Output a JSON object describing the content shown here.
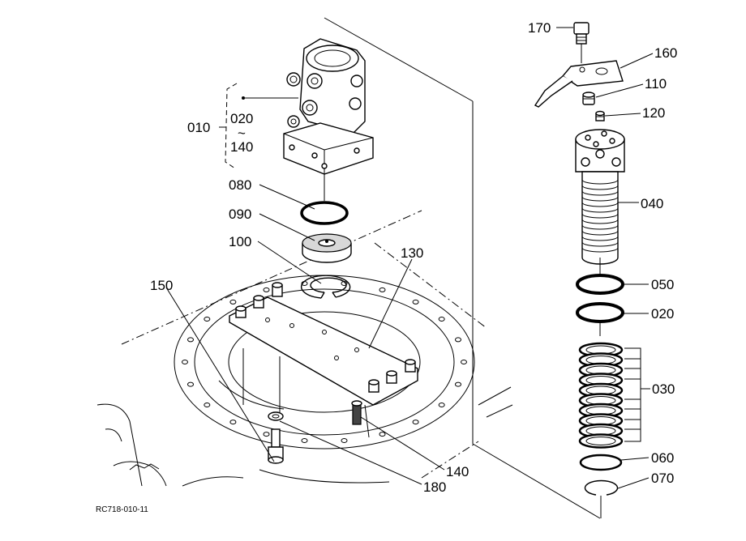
{
  "diagram": {
    "figure_code": "RC718-010-11",
    "callouts": {
      "p010": "010",
      "p020_top": "020",
      "range_sep": "~",
      "p140_top": "140",
      "p080": "080",
      "p090": "090",
      "p100": "100",
      "p130": "130",
      "p150": "150",
      "p140": "140",
      "p180": "180",
      "p170": "170",
      "p160": "160",
      "p110": "110",
      "p120": "120",
      "p040": "040",
      "p050": "050",
      "p020": "020",
      "p030": "030",
      "p060": "060",
      "p070": "070"
    }
  }
}
